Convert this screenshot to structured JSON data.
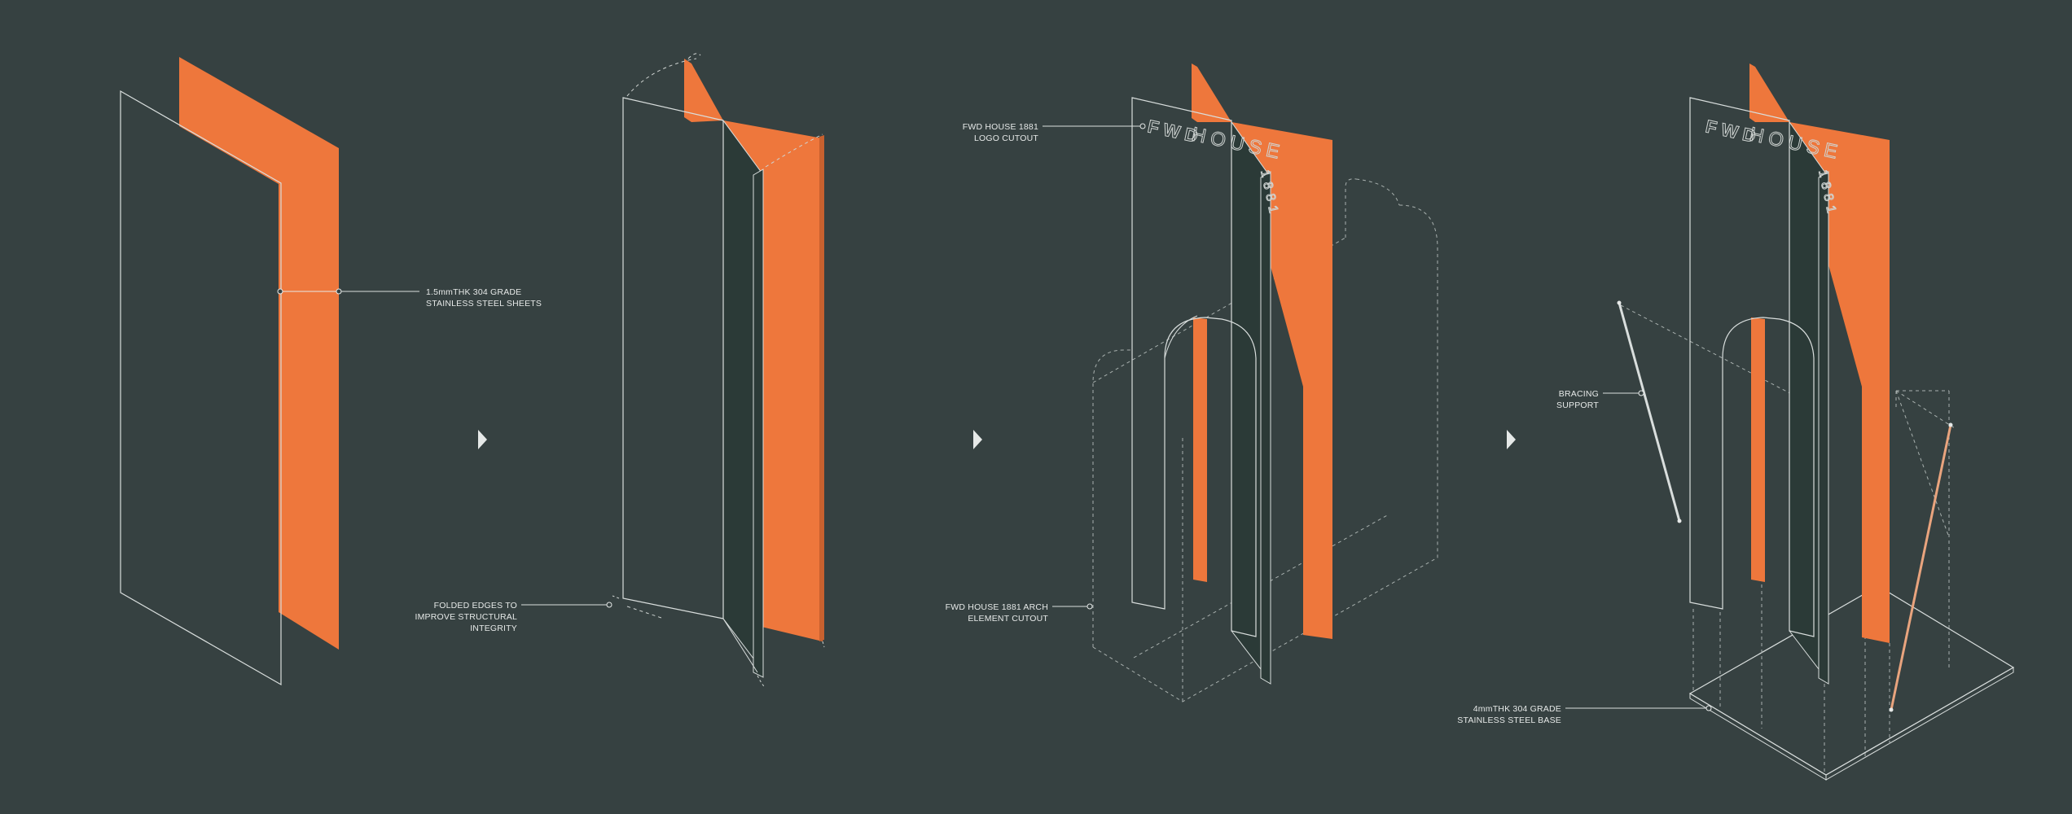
{
  "labels": {
    "sheets": [
      "1.5mmTHK 304 GRADE",
      "STAINLESS STEEL SHEETS"
    ],
    "folded": [
      "FOLDED EDGES TO",
      "IMPROVE STRUCTURAL",
      "INTEGRITY"
    ],
    "logo_cutout": [
      "FWD HOUSE 1881",
      "LOGO CUTOUT"
    ],
    "arch_cutout": [
      "FWD HOUSE 1881 ARCH",
      "ELEMENT CUTOUT"
    ],
    "bracing": [
      "BRACING",
      "SUPPORT"
    ],
    "base": [
      "4mmTHK 304 GRADE",
      "STAINLESS STEEL BASE"
    ]
  },
  "logo": {
    "fwd": "FWD",
    "house": "HOUSE",
    "year": "1881"
  },
  "colors": {
    "background": "#364141",
    "orange": "#ee773c",
    "line": "#d9dedd",
    "dark_panel": "#2b3a37"
  },
  "icons": [
    "play-arrow-icon",
    "play-arrow-icon",
    "play-arrow-icon"
  ]
}
